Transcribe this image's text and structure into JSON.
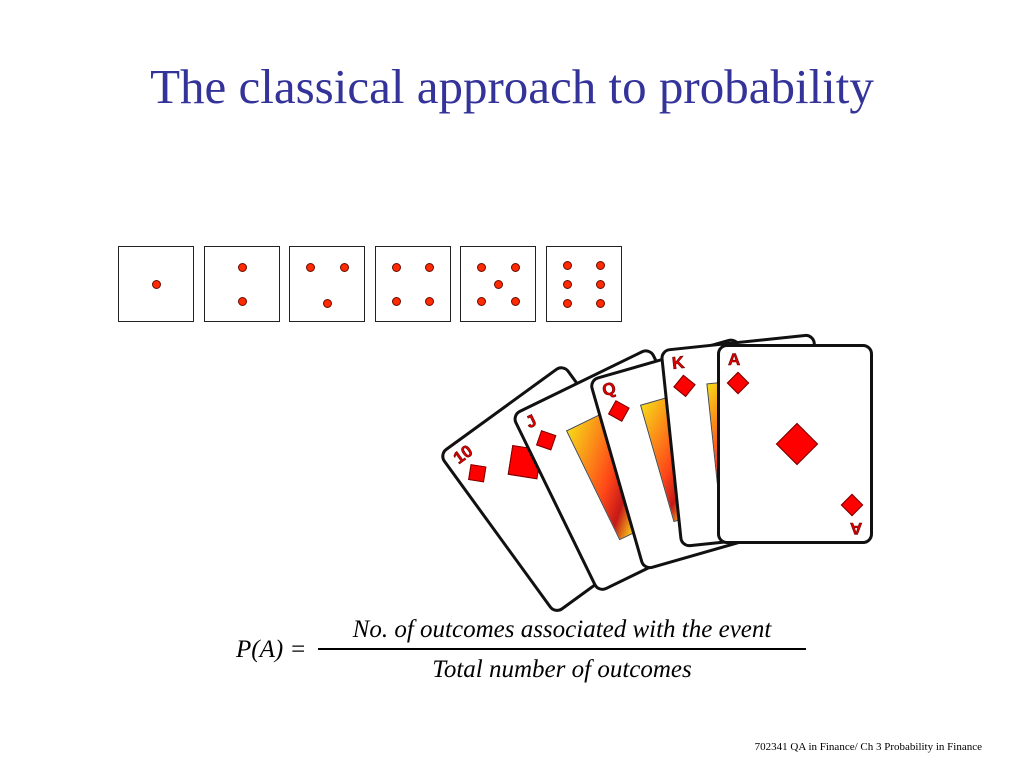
{
  "slide": {
    "title": "The classical approach to probability",
    "footer": "702341 QA in Finance/  Ch 3 Probability in Finance"
  },
  "dice": [
    {
      "value": 1
    },
    {
      "value": 2
    },
    {
      "value": 3
    },
    {
      "value": 4
    },
    {
      "value": 5
    },
    {
      "value": 6
    }
  ],
  "cards": [
    {
      "rank": "10",
      "suit": "diamonds"
    },
    {
      "rank": "J",
      "suit": "diamonds"
    },
    {
      "rank": "Q",
      "suit": "diamonds"
    },
    {
      "rank": "K",
      "suit": "diamonds"
    },
    {
      "rank": "A",
      "suit": "diamonds"
    }
  ],
  "colors": {
    "title": "#333399",
    "pip": "#ff2a00",
    "suit": "#ff0000"
  },
  "formula": {
    "lhs": "P(A) =",
    "numerator": "No. of outcomes associated with the event",
    "denominator": "Total number of outcomes"
  }
}
